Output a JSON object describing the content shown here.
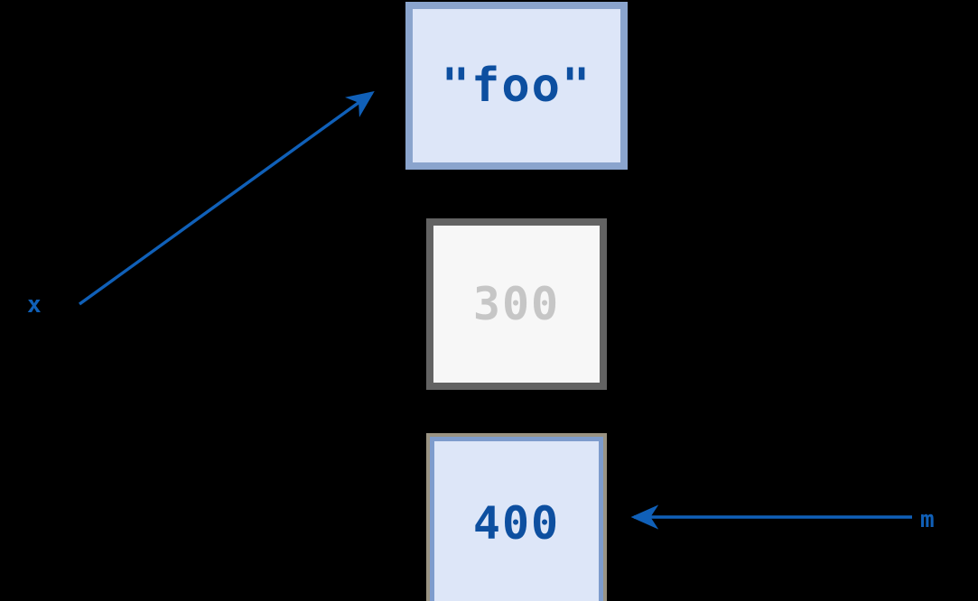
{
  "diagram": {
    "type": "variable-reference-diagram",
    "background_color": "#000000",
    "nodes": [
      {
        "id": "foo",
        "value": "\"foo\"",
        "fill_color": "#dde6f8",
        "border_color": "#8aa4cd",
        "text_color": "#0d4fa0",
        "state": "active"
      },
      {
        "id": "three-hundred",
        "value": "300",
        "fill_color": "#f7f7f7",
        "border_color": "#636363",
        "text_color": "#c6c6c6",
        "state": "dimmed"
      },
      {
        "id": "four-hundred",
        "value": "400",
        "fill_color": "#dde6f8",
        "border_color": "#7e9ccd",
        "outer_border_color": "#9a9383",
        "text_color": "#0d4fa0",
        "state": "active"
      }
    ],
    "labels": [
      {
        "id": "x",
        "text": "x",
        "color": "#1060b8"
      },
      {
        "id": "m",
        "text": "m",
        "color": "#1060b8"
      }
    ],
    "arrows": [
      {
        "id": "x-to-foo",
        "from": "x",
        "to": "foo",
        "color": "#1060b8",
        "direction": "up-right"
      },
      {
        "id": "m-to-four-hundred",
        "from": "m",
        "to": "four-hundred",
        "color": "#1060b8",
        "direction": "left"
      }
    ]
  }
}
